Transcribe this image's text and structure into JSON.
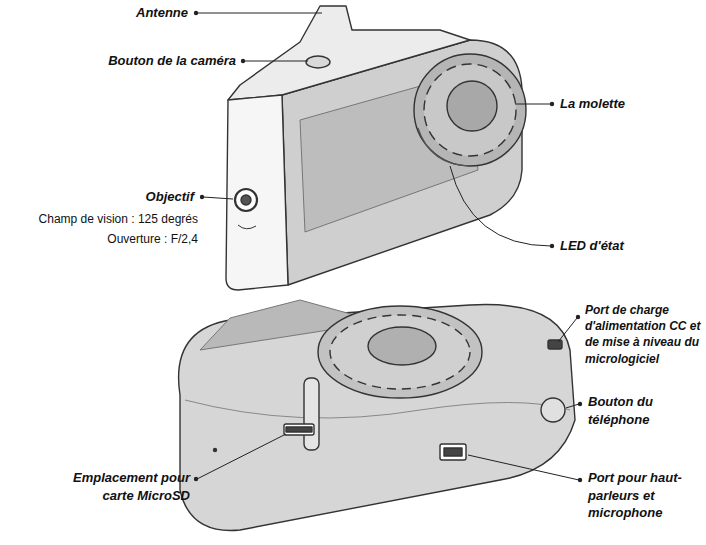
{
  "diagram": {
    "labels": [
      "Antenne",
      "Bouton de la caméra",
      "Objectif",
      "Champ de vision : 125 degrés",
      "Ouverture : F/2,4",
      "La molette",
      "LED d'état",
      "Port de charge d'alimentation CC et de mise à niveau du micrologiciel",
      "Bouton du téléphone",
      "Emplacement pour carte MicroSD",
      "Port pour haut-parleurs et microphone"
    ]
  }
}
